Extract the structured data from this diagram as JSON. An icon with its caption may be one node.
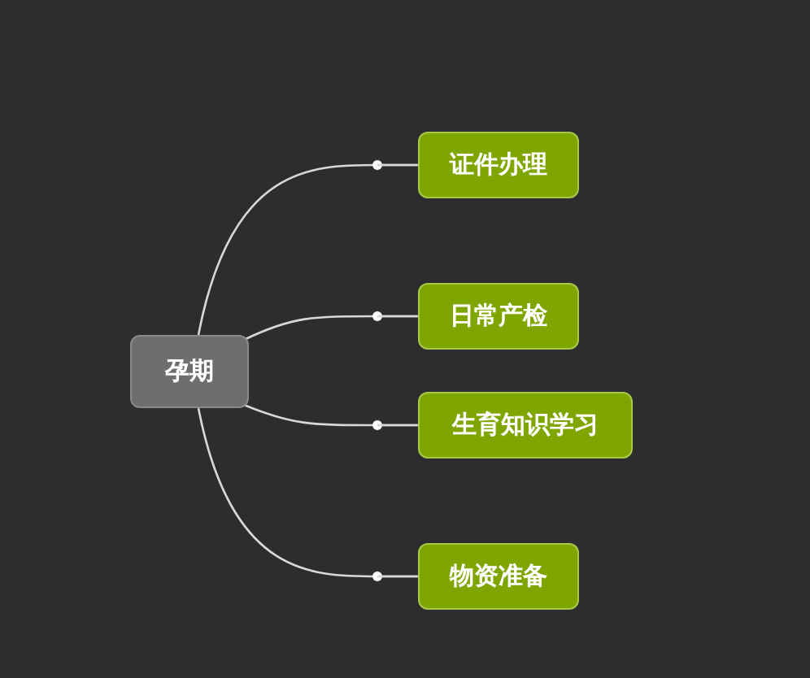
{
  "diagram": {
    "nodes": [
      {
        "text": [
          "孕期"
        ]
      },
      {
        "text": [
          "证件办理"
        ]
      },
      {
        "text": [
          "日常产检"
        ]
      },
      {
        "text": [
          "生育知识学习"
        ]
      },
      {
        "text": [
          "物资准备"
        ]
      }
    ],
    "edges": [
      {
        "from": 0,
        "to": 1,
        "arrow": "other"
      },
      {
        "from": 0,
        "to": 2,
        "arrow": "other"
      },
      {
        "from": 0,
        "to": 3,
        "arrow": "other"
      },
      {
        "from": 0,
        "to": 4,
        "arrow": "other"
      }
    ]
  }
}
